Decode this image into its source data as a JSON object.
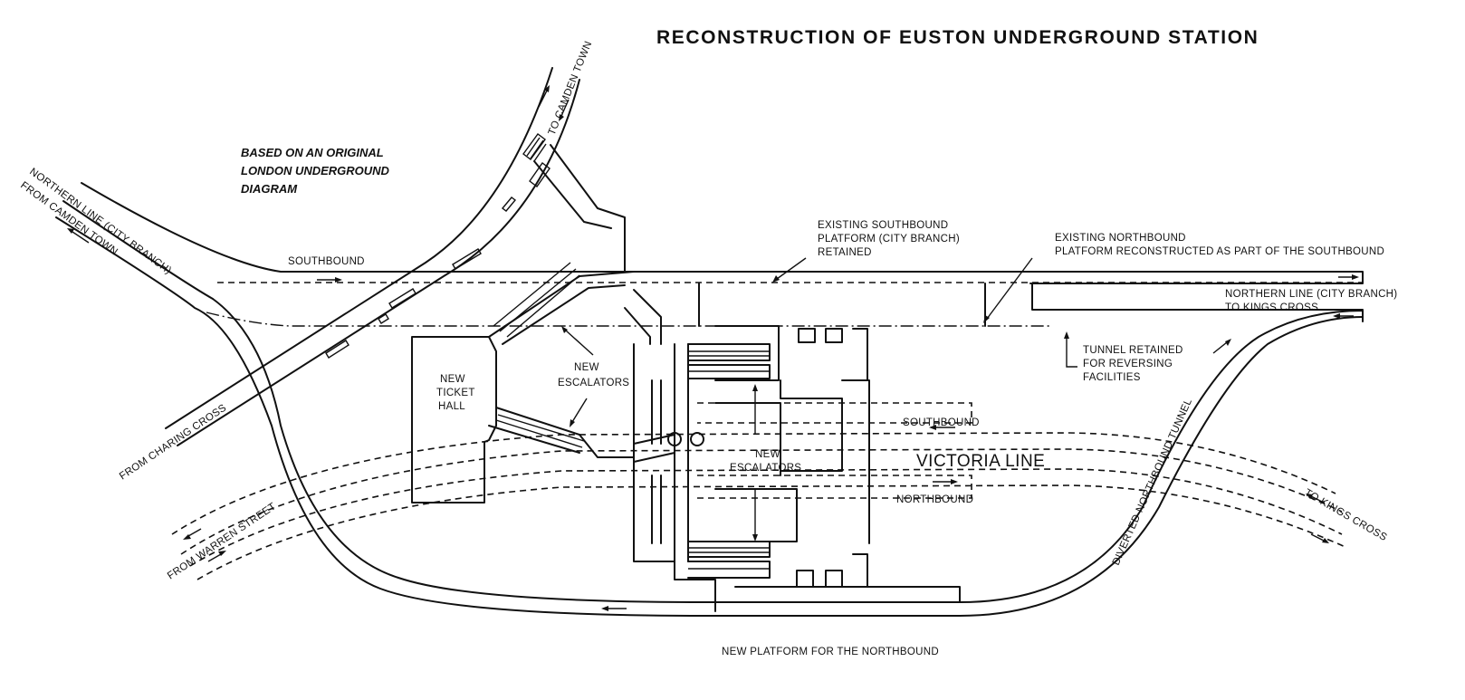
{
  "title": "RECONSTRUCTION OF EUSTON UNDERGROUND STATION",
  "source_note": [
    "BASED ON AN ORIGINAL",
    "LONDON UNDERGROUND",
    "DIAGRAM"
  ],
  "labels": {
    "to_camden_town": "TO CAMDEN TOWN",
    "northern_from_camden_1": "NORTHERN LINE (CITY BRANCH)",
    "northern_from_camden_2": "FROM CAMDEN TOWN",
    "southbound_top": "SOUTHBOUND",
    "from_charing_cross": "FROM CHARING CROSS",
    "existing_southbound": [
      "EXISTING SOUTHBOUND",
      "PLATFORM (CITY BRANCH)",
      "RETAINED"
    ],
    "existing_northbound": [
      "EXISTING NORTHBOUND",
      "PLATFORM RECONSTRUCTED AS PART OF THE SOUTHBOUND"
    ],
    "northern_to_kings_cross": [
      "NORTHERN LINE (CITY BRANCH)",
      "TO KINGS CROSS"
    ],
    "tunnel_retained": [
      "TUNNEL RETAINED",
      "FOR REVERSING",
      "FACILITIES"
    ],
    "new_ticket_hall": [
      "NEW",
      "TICKET",
      "HALL"
    ],
    "new_escalators_left": [
      "NEW",
      "ESCALATORS"
    ],
    "new_escalators_centre": [
      "NEW",
      "ESCALATORS"
    ],
    "victoria_southbound": "SOUTHBOUND",
    "victoria_line": "VICTORIA LINE",
    "victoria_northbound": "NORTHBOUND",
    "diverted_tunnel": "DIVERTED NORTHBOUND TUNNEL",
    "to_kings_cross": "TO KINGS CROSS",
    "from_warren_street": "FROM WARREN STREET",
    "new_platform_northbound": "NEW PLATFORM FOR THE NORTHBOUND"
  }
}
